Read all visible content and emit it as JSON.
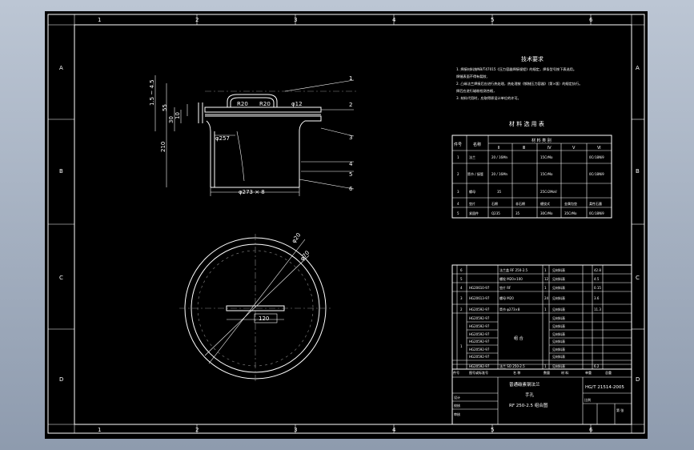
{
  "colors": {
    "background": "#000000",
    "lines": "#ffffff",
    "viewport": "#a7b3c4"
  },
  "grid": {
    "columns": [
      "1",
      "2",
      "3",
      "4",
      "5",
      "6"
    ],
    "rows": [
      "A",
      "B",
      "C",
      "D"
    ]
  },
  "section": {
    "dims": {
      "d273": "φ273 × 8",
      "r20a": "R20",
      "r20b": "R20",
      "d12": "φ12",
      "d257": "φ257",
      "h210": "210",
      "h55": "55",
      "h30": "30",
      "h10": "10",
      "wall": "1.5 ~ 4.5"
    },
    "leaders": [
      "1",
      "2",
      "3",
      "4",
      "5",
      "6"
    ]
  },
  "plan": {
    "dim120": "120",
    "d20": "φ20",
    "d70": "φ70"
  },
  "notes": {
    "title": "技术要求",
    "lines": [
      "1. 焊接材料按NB/T47015《压力容器焊接规程》的规定，焊条型号按下表选用。",
      "   焊缝表面不得有裂纹、",
      "2. 凸缘法兰焊接后应进行热处理，热处理按《钢制压力容器》（第×版）的规定执行。",
      "   焊后应进行磁粉检测合格，",
      "3. 材料代用时，应取得原设计单位的许可。"
    ]
  },
  "material_table": {
    "title": "材 料 选 用 表",
    "headers": [
      "件号",
      "名称",
      "材 料 类 别"
    ],
    "sub_headers": [
      "Ⅱ",
      "Ⅲ",
      "Ⅳ",
      "Ⅴ",
      "Ⅵ"
    ],
    "rows": [
      {
        "no": "1",
        "name": "法兰",
        "cells": [
          "20 / 16Mn",
          "",
          "15CrMo",
          "",
          "0Cr18Ni9"
        ]
      },
      {
        "no": "2",
        "name": "筒节 / 接管",
        "cells": [
          "20 / 16Mn",
          "",
          "15CrMo",
          "",
          "0Cr18Ni9"
        ]
      },
      {
        "no": "3",
        "name": "螺母",
        "cells": [
          "35",
          "",
          "25Cr2MoV",
          "",
          ""
        ]
      },
      {
        "no": "4",
        "name": "垫片",
        "cells": [
          "石棉",
          "非石棉",
          "缠绕式",
          "金属包垫",
          "柔性石墨"
        ]
      },
      {
        "no": "5",
        "name": "紧固件",
        "cells": [
          "Q235",
          "35",
          "30CrMo",
          "35CrMo",
          "0Cr18Ni9"
        ]
      }
    ]
  },
  "bom": {
    "rows": [
      {
        "no": "6",
        "code": "",
        "name": "法兰盖 RF 250-2.5",
        "qty": "1",
        "material": "见材料表",
        "mass": "42.8"
      },
      {
        "no": "5",
        "code": "",
        "name": "螺栓 M20×100",
        "qty": "12",
        "material": "见材料表",
        "mass": "4.5"
      },
      {
        "no": "4",
        "code": "HG20610-97",
        "name": "垫片 RF",
        "qty": "1",
        "material": "见材料表",
        "mass": "0.15"
      },
      {
        "no": "3",
        "code": "HG20613-97",
        "name": "螺母 M20",
        "qty": "24",
        "material": "见材料表",
        "mass": "3.6"
      },
      {
        "no": "2",
        "code": "HG20592-97",
        "name": "筒节 φ273×8",
        "qty": "1",
        "material": "见材料表",
        "mass": "11.3"
      },
      {
        "no": "1",
        "code": "HG20592-97",
        "name": "法兰 SO 250-2.5",
        "qty": "1",
        "material": "见材料表",
        "mass": "6.2"
      }
    ],
    "merged_cell": "组 合",
    "extra": [
      "HG20592-97",
      "HG20592-97",
      "HG20592-97",
      "HG20592-97",
      "HG20592-97",
      "HG20592-97"
    ],
    "extra_mat": [
      "见材料表",
      "见材料表",
      "见材料表",
      "见材料表",
      "见材料表",
      "见材料表"
    ],
    "header": [
      "件号",
      "图号或标准号",
      "名 称",
      "数量",
      "材 料",
      "单重",
      "总重"
    ]
  },
  "title_block": {
    "title1": "普通碳素钢法兰",
    "title2": "手孔",
    "title3": "RF 250-2.5 组合图",
    "standard": "HG/T 21514-2005",
    "labels": [
      "设计",
      "校核",
      "审核"
    ],
    "scale_label": "比例",
    "sheet_label": "第 张"
  }
}
